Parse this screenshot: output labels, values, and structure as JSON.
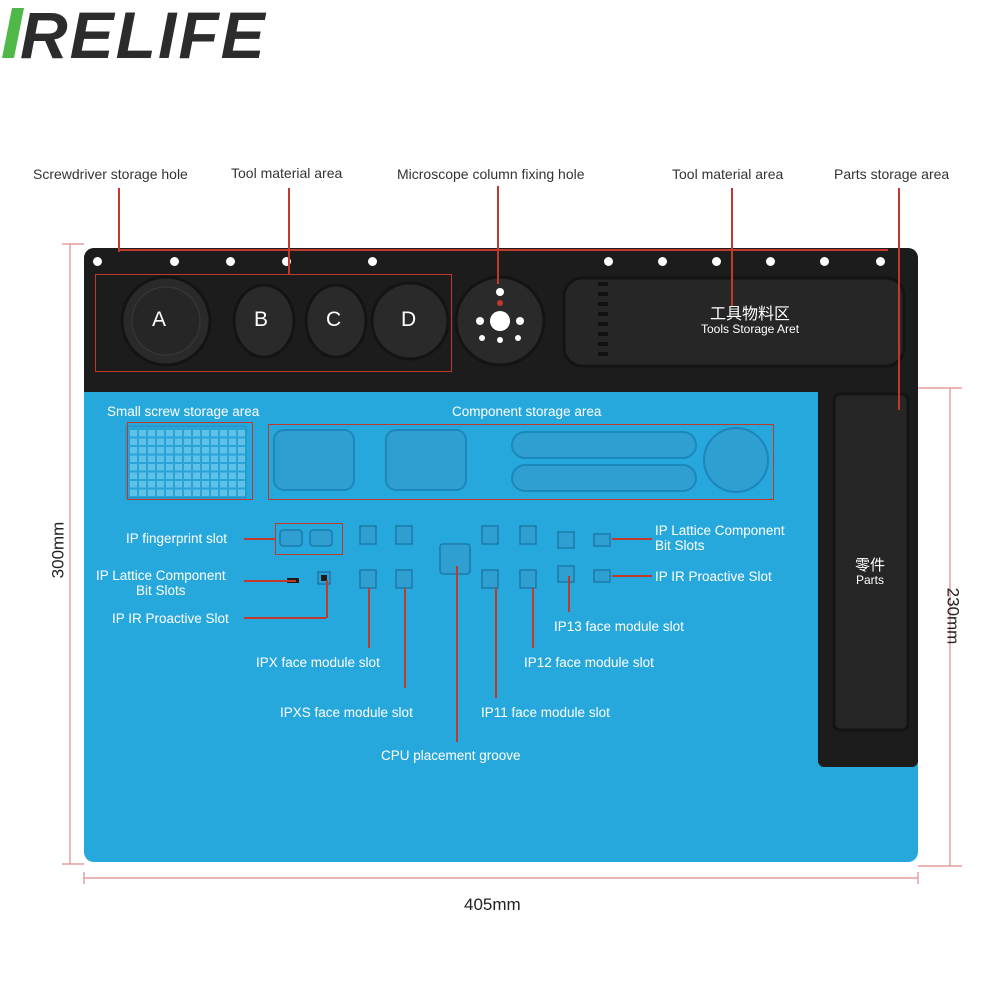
{
  "brand": {
    "name": "RELIFE",
    "text_color": "#2c2c2c",
    "accent_color": "#4fb848"
  },
  "callouts": {
    "screwdriver_hole": "Screwdriver storage hole",
    "tool_area_left": "Tool material area",
    "microscope_hole": "Microscope column fixing hole",
    "tool_area_right": "Tool material area",
    "parts_storage": "Parts storage area"
  },
  "bins": {
    "letters": [
      "A",
      "B",
      "C",
      "D"
    ],
    "tools_cn": "工具物料区",
    "tools_en": "Tools Storage Aret",
    "parts_cn": "零件",
    "parts_en": "Parts"
  },
  "blue_labels": {
    "small_screw": "Small screw storage area",
    "component": "Component storage area",
    "ip_fingerprint": "IP fingerprint slot",
    "ip_lattice_left": [
      "IP Lattice Component",
      "Bit Slots"
    ],
    "ip_ir_left": "IP IR Proactive Slot",
    "ip_lattice_right": [
      "IP Lattice Component",
      "Bit Slots"
    ],
    "ip_ir_right": "IP IR Proactive Slot",
    "ipx": "IPX face module slot",
    "ipxs": "IPXS face module slot",
    "cpu": "CPU placement groove",
    "ip11": "IP11 face module slot",
    "ip12": "IP12 face module slot",
    "ip13": "IP13 face module slot"
  },
  "dimensions": {
    "height_left": "300mm",
    "height_right": "230mm",
    "width": "405mm"
  },
  "colors": {
    "mat_blue": "#27a8dd",
    "mat_black": "#1c1c1c",
    "callout_red": "#c0392b"
  }
}
